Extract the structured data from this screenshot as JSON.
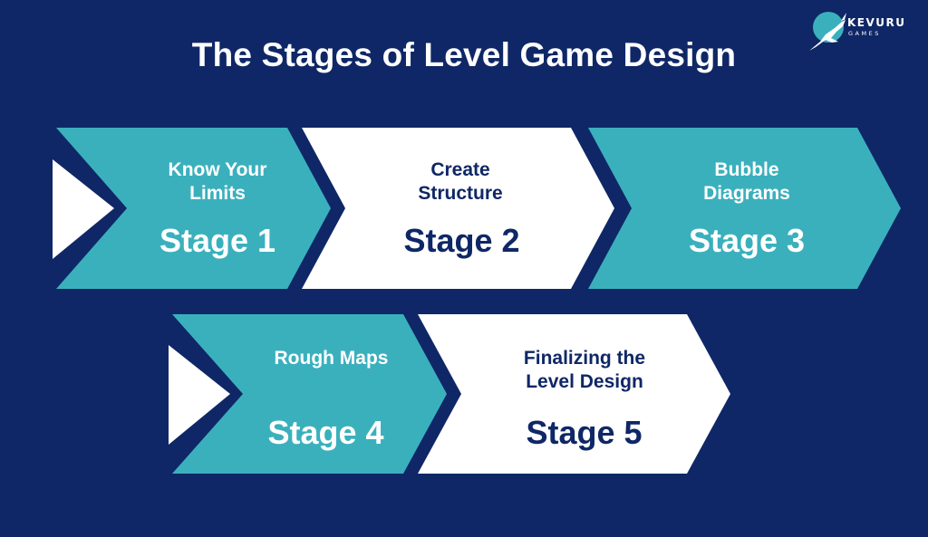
{
  "title": "The Stages of Level Game Design",
  "logo": {
    "name": "KEVURU",
    "sub": "GAMES",
    "icon": "leaping-gazelle-icon"
  },
  "colors": {
    "background": "#0f2766",
    "teal": "#3bb0bd",
    "white": "#ffffff"
  },
  "stages": [
    {
      "label_line1": "Know Your",
      "label_line2": "Limits",
      "stage": "Stage 1",
      "style": "teal"
    },
    {
      "label_line1": "Create",
      "label_line2": "Structure",
      "stage": "Stage 2",
      "style": "white"
    },
    {
      "label_line1": "Bubble",
      "label_line2": "Diagrams",
      "stage": "Stage 3",
      "style": "teal"
    },
    {
      "label_line1": "Rough Maps",
      "label_line2": "",
      "stage": "Stage 4",
      "style": "teal"
    },
    {
      "label_line1": "Finalizing the",
      "label_line2": "Level Design",
      "stage": "Stage 5",
      "style": "white"
    }
  ]
}
